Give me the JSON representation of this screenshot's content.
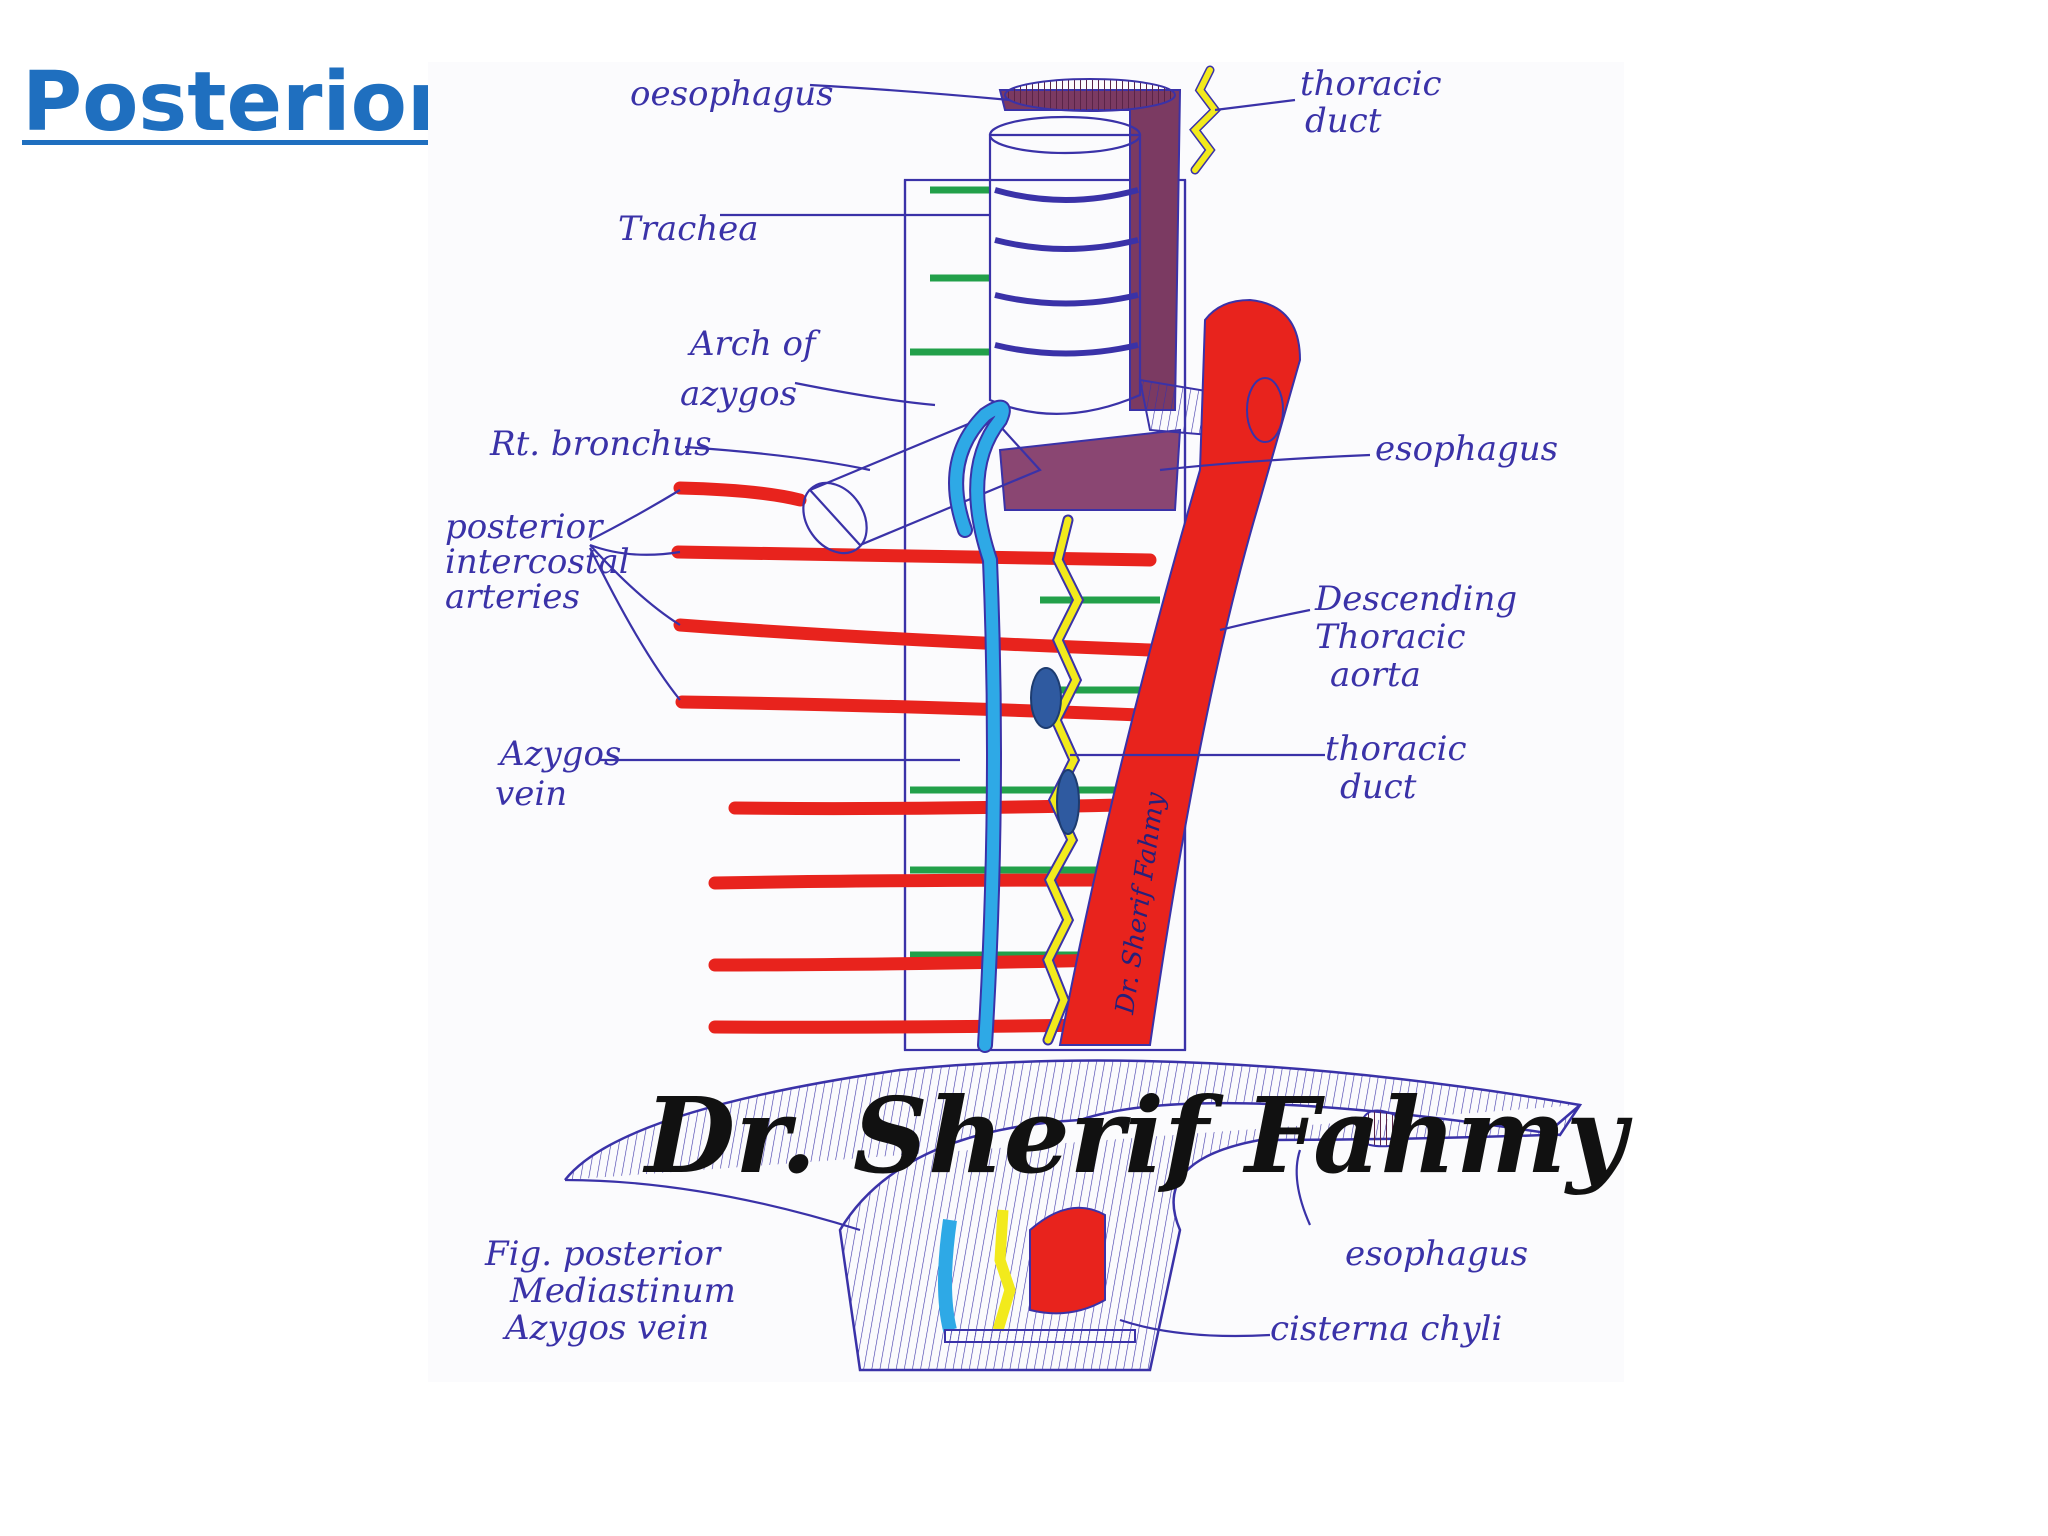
{
  "slide": {
    "title": "Posterior"
  },
  "diagram": {
    "labels": {
      "oesophagus_top": "oesophagus",
      "thoracic_duct_top_1": "thoracic",
      "thoracic_duct_top_2": "duct",
      "trachea": "Trachea",
      "arch_azygos_1": "Arch of",
      "arch_azygos_2": "azygos",
      "rt_bronchus": "Rt. bronchus",
      "post_intercostal_1": "posterior",
      "post_intercostal_2": "intercostal",
      "post_intercostal_3": "arteries",
      "esophagus_mid": "esophagus",
      "descending_1": "Descending",
      "descending_2": "Thoracic",
      "descending_3": "aorta",
      "azygos_vein_1": "Azygos",
      "azygos_vein_2": "vein",
      "thoracic_duct_mid_1": "thoracic",
      "thoracic_duct_mid_2": "duct",
      "fig_1": "Fig. posterior",
      "fig_2": "Mediastinum",
      "fig_3": "Azygos vein",
      "esophagus_low": "esophagus",
      "cisterna": "cisterna chyli"
    },
    "signature": "Dr. Sherif Fahmy",
    "vertical_signature": "Dr. Sherif Fahmy",
    "colors": {
      "artery": "#e8231d",
      "vein": "#2ea9e6",
      "duct": "#f2ea1c",
      "esophagus": "#7b3a62",
      "ink": "#3a32a8",
      "nerve_dot": "#2f5aa0",
      "title": "#1f6fbf"
    }
  }
}
